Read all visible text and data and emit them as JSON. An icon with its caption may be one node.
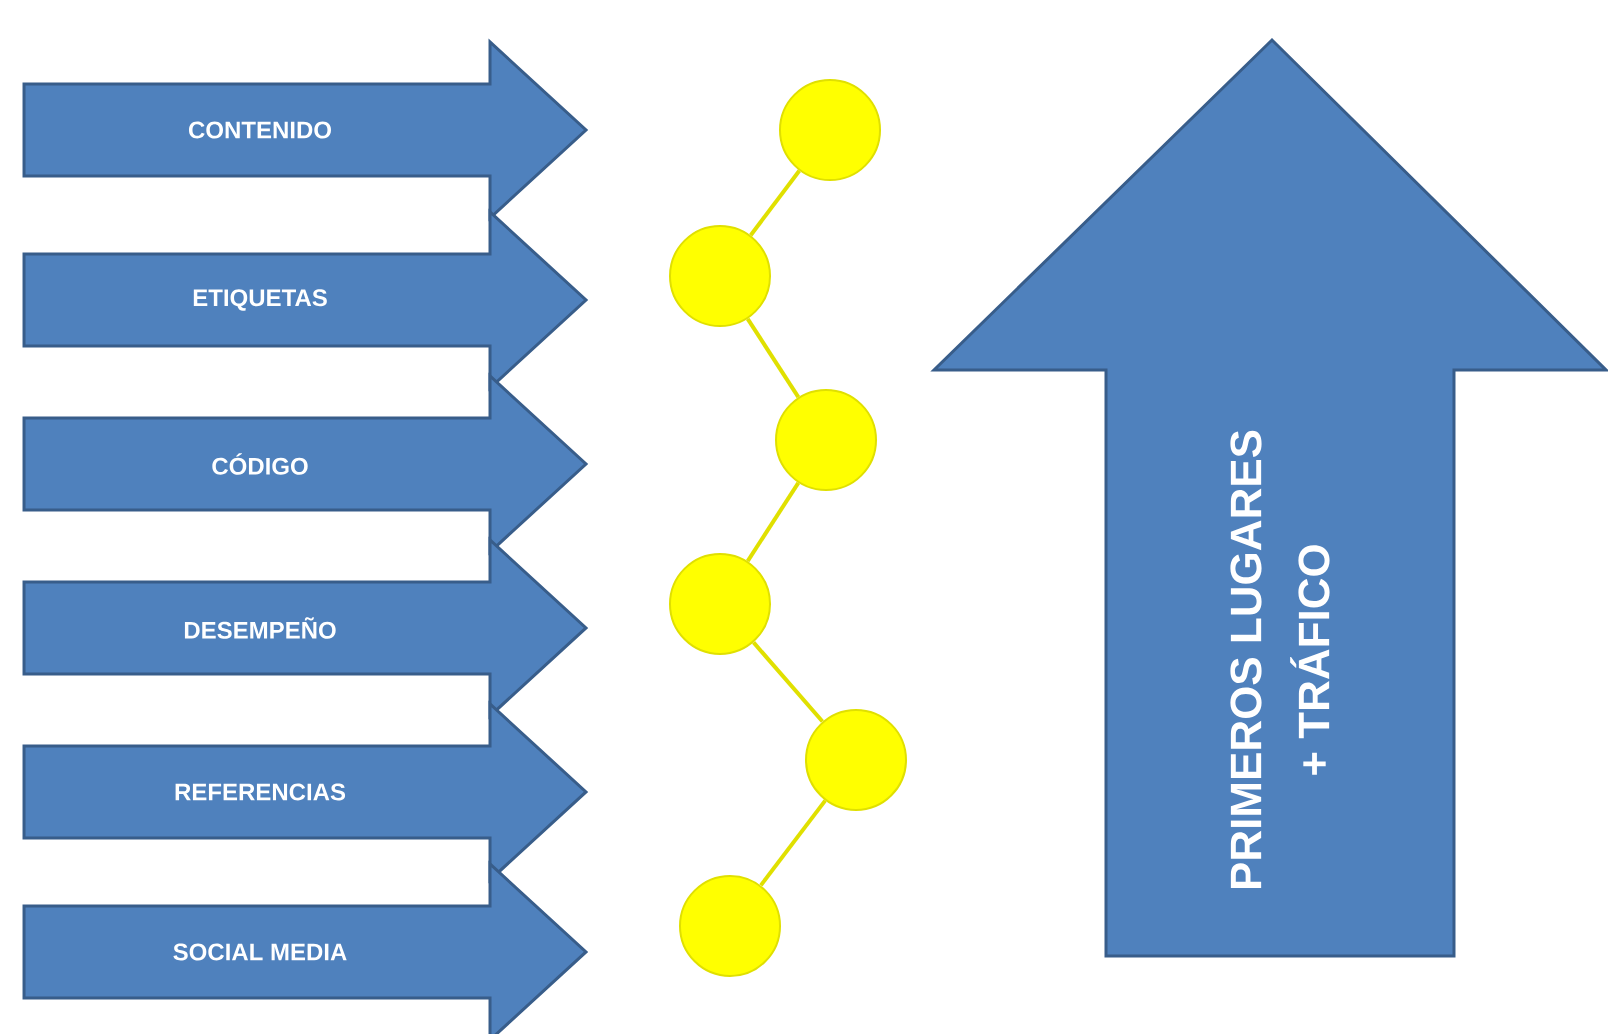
{
  "diagram": {
    "nodes": [
      {
        "text": [
          "CONTENIDO"
        ]
      },
      {
        "text": [
          "ETIQUETAS"
        ]
      },
      {
        "text": [
          "CÓDIGO"
        ]
      },
      {
        "text": [
          "DESEMPEÑO"
        ]
      },
      {
        "text": [
          "REFERENCIAS"
        ]
      },
      {
        "text": [
          "SOCIAL MEDIA"
        ]
      },
      {
        "text": [],
        "shape": "circle"
      },
      {
        "text": [],
        "shape": "circle"
      },
      {
        "text": [],
        "shape": "circle"
      },
      {
        "text": [],
        "shape": "circle"
      },
      {
        "text": [],
        "shape": "circle"
      },
      {
        "text": [],
        "shape": "circle"
      },
      {
        "text": [
          "PRIMEROS LUGARES",
          "+ TRÁFICO"
        ]
      }
    ],
    "edges": [
      {
        "from": 6,
        "to": 7,
        "arrow": "none"
      },
      {
        "from": 7,
        "to": 8,
        "arrow": "none"
      },
      {
        "from": 8,
        "to": 9,
        "arrow": "none"
      },
      {
        "from": 9,
        "to": 10,
        "arrow": "none"
      },
      {
        "from": 10,
        "to": 11,
        "arrow": "none"
      }
    ]
  }
}
